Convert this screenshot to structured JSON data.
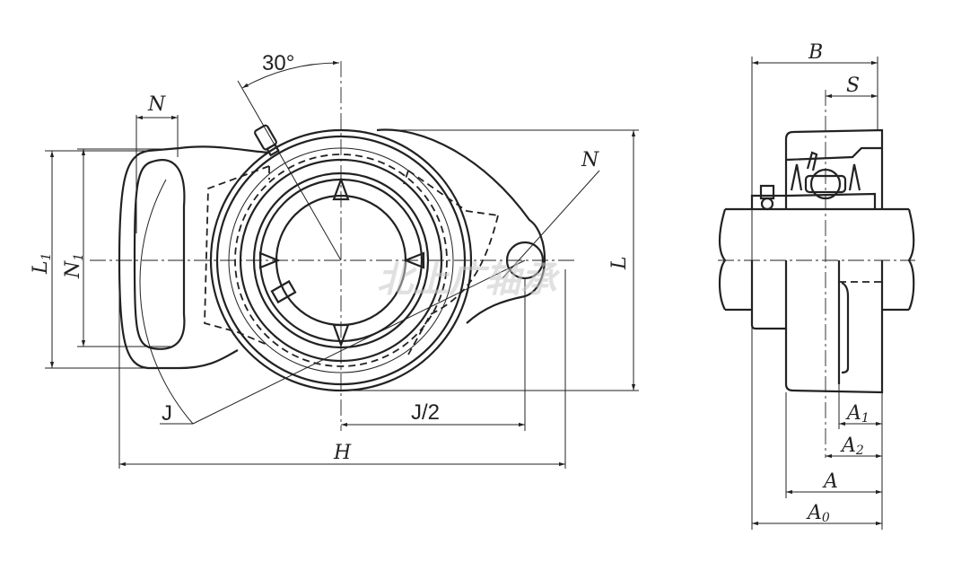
{
  "drawing": {
    "front_view": {
      "angle_label": "30°",
      "labels": {
        "N_top": "N",
        "N_right": "N",
        "L1": "L",
        "L1_sub": "1",
        "N1": "N",
        "N1_sub": "1",
        "L": "L",
        "J": "J",
        "J_half": "J/2",
        "H": "H"
      }
    },
    "side_view": {
      "labels": {
        "B": "B",
        "S": "S",
        "A1": "A",
        "A1_sub": "1",
        "A2": "A",
        "A2_sub": "2",
        "A": "A",
        "A0": "A",
        "A0_sub": "0"
      }
    },
    "watermark": "北上广轴承"
  }
}
